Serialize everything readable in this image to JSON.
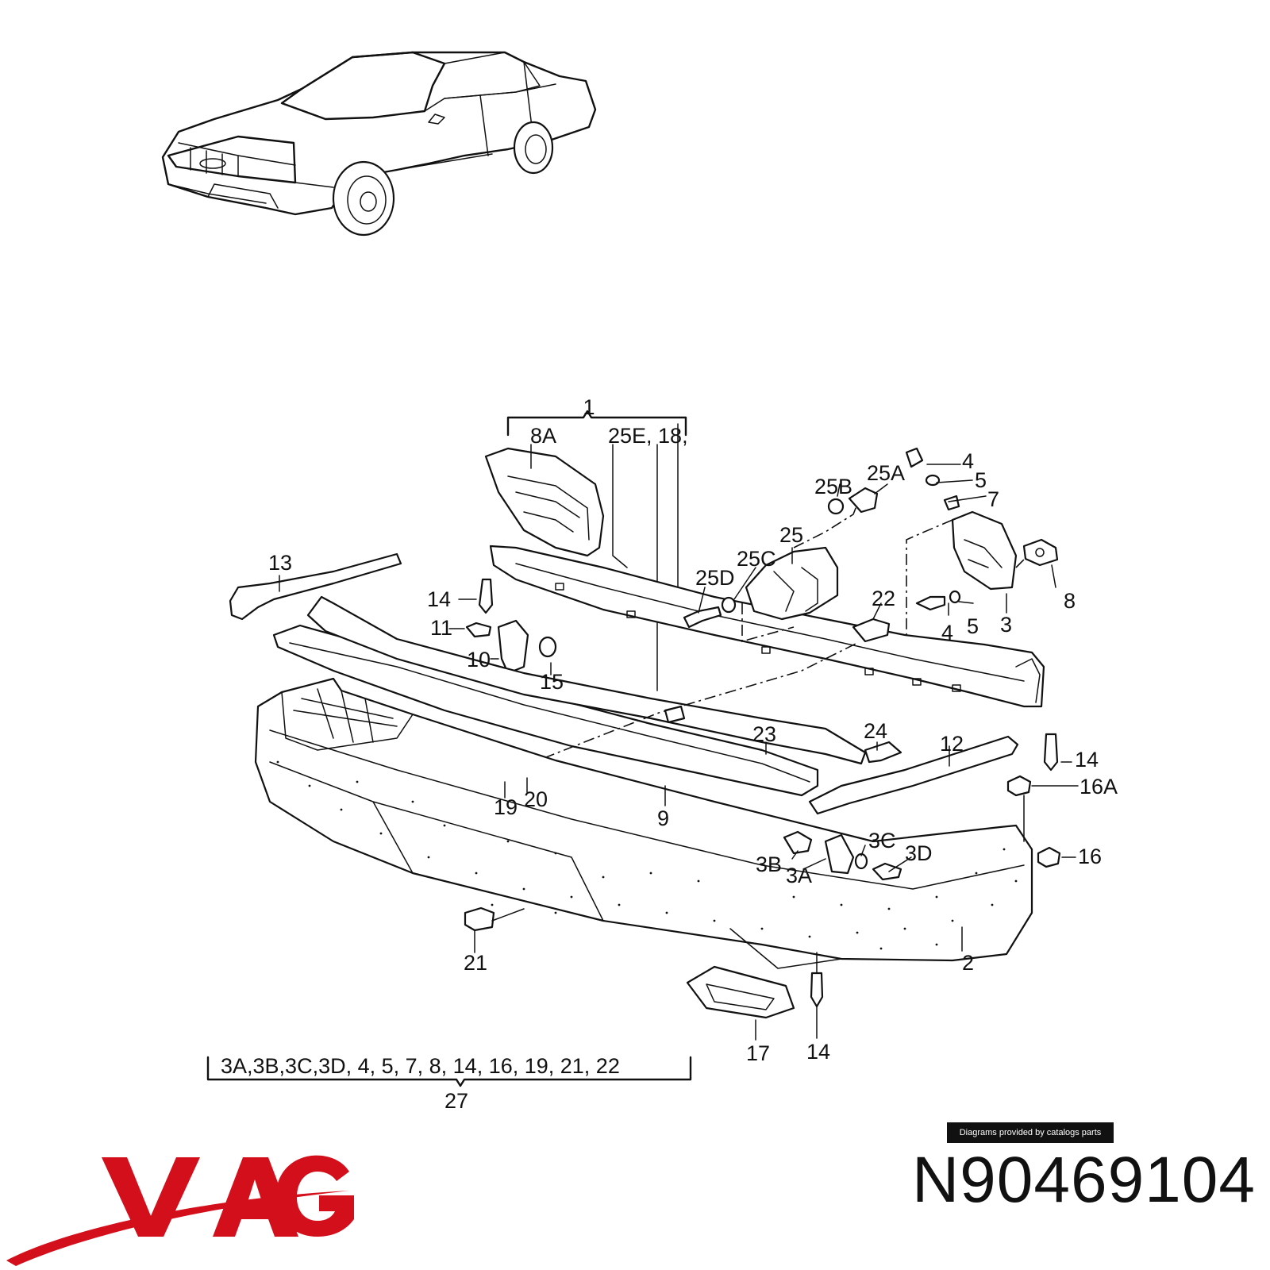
{
  "brand": {
    "name": "VAG",
    "accent_color": "#d40f1c"
  },
  "part_number": "N90469104",
  "credit": "Diagrams provided by catalogs parts",
  "callouts": {
    "c1": "1",
    "c8A": "8A",
    "c25E": "25E, 18,",
    "c4a": "4",
    "c5a": "5",
    "c7": "7",
    "c25A": "25A",
    "c25B": "25B",
    "c25": "25",
    "c25C": "25C",
    "c25D": "25D",
    "c13": "13",
    "c14a": "14",
    "c11": "11",
    "c10": "10",
    "c15": "15",
    "c22": "22",
    "c8": "8",
    "c4b": "4",
    "c5b": "5",
    "c3": "3",
    "c14b": "14",
    "c16A": "16A",
    "c23": "23",
    "c24": "24",
    "c12": "12",
    "c19": "19",
    "c20": "20",
    "c9": "9",
    "c3C": "3C",
    "c3D": "3D",
    "c3B": "3B",
    "c3A": "3A",
    "c16": "16",
    "c21": "21",
    "c2": "2",
    "c17": "17",
    "c14c": "14",
    "kit_list": "3A,3B,3C,3D, 4,  5,  7,  8,  14,  16,  19,  21,  22",
    "c27": "27"
  }
}
